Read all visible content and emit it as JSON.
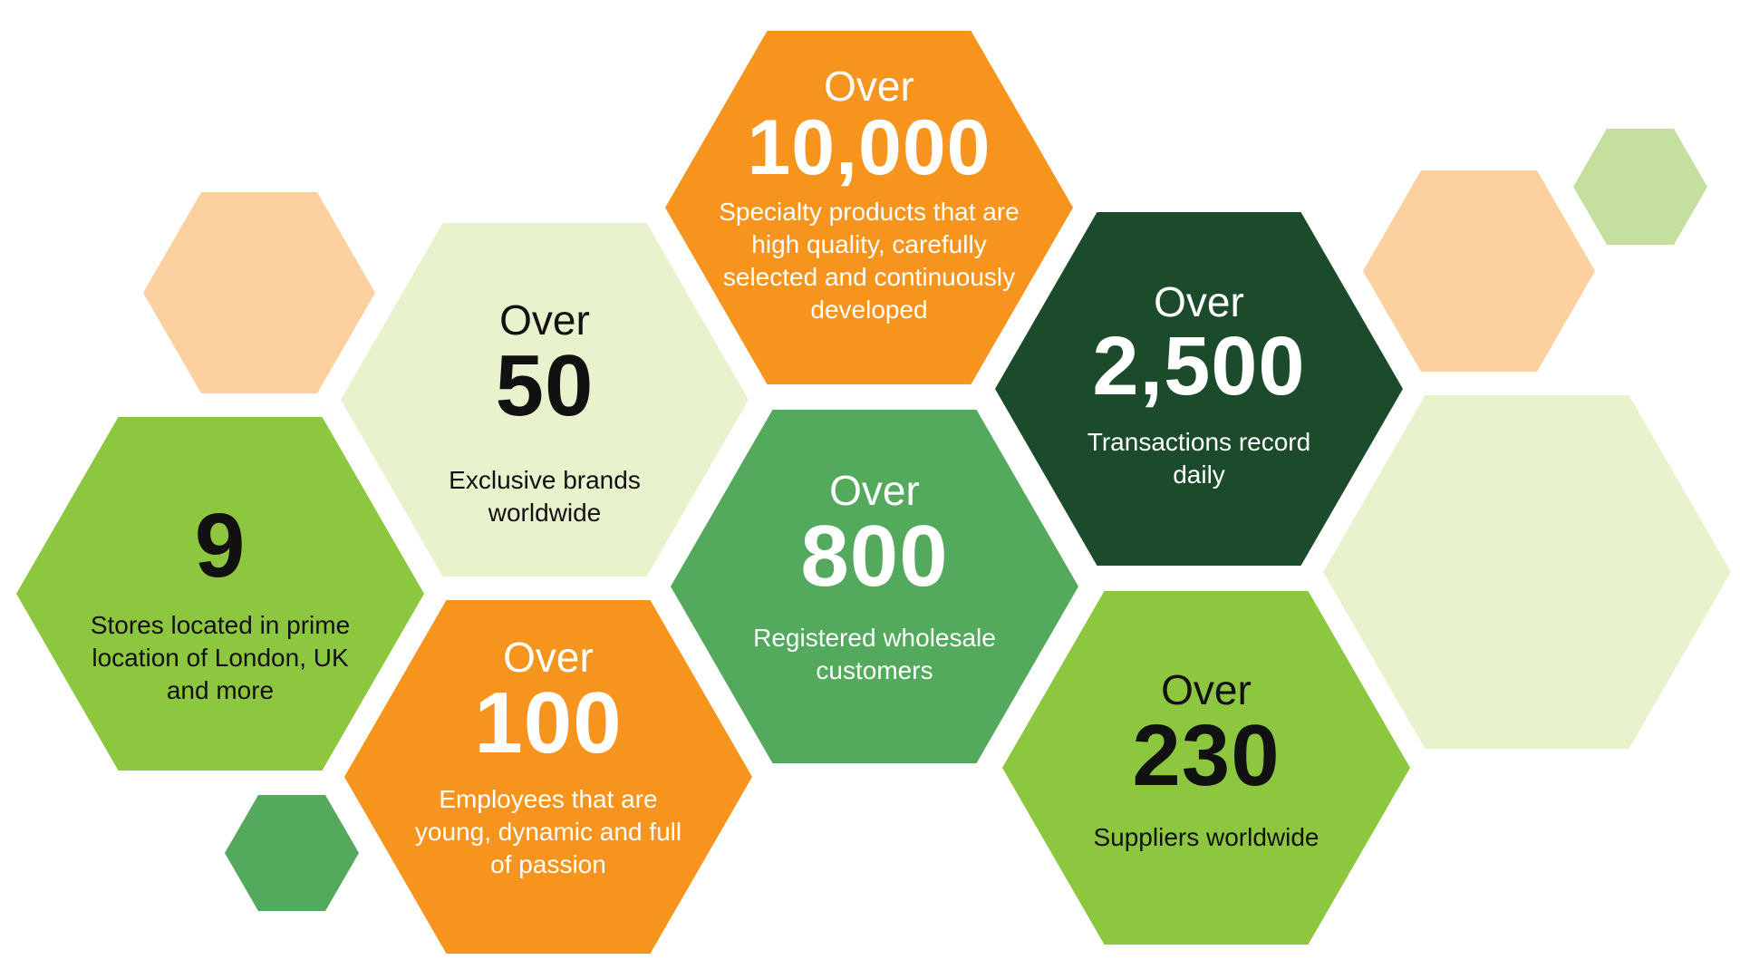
{
  "colors": {
    "orange": "#f7941d",
    "pale_orange": "#fdd19f",
    "light_green": "#8dc63f",
    "pale_green": "#e8f2cd",
    "pale_green_small": "#c5e09e",
    "mid_green": "#53a95c",
    "dark_green": "#1b4b2a"
  },
  "stats": {
    "products": {
      "prefix": "Over",
      "value": "10,000",
      "description": "Specialty products that are high quality, carefully selected and continuously developed"
    },
    "brands": {
      "prefix": "Over",
      "value": "50",
      "description": "Exclusive brands worldwide"
    },
    "transactions": {
      "prefix": "Over",
      "value": "2,500",
      "description": "Transactions record daily"
    },
    "stores": {
      "value": "9",
      "description": "Stores located in prime location of London, UK and more"
    },
    "customers": {
      "prefix": "Over",
      "value": "800",
      "description": "Registered wholesale customers"
    },
    "employees": {
      "prefix": "Over",
      "value": "100",
      "description": "Employees that are young, dynamic and full of passion"
    },
    "suppliers": {
      "prefix": "Over",
      "value": "230",
      "description": "Suppliers worldwide"
    }
  }
}
